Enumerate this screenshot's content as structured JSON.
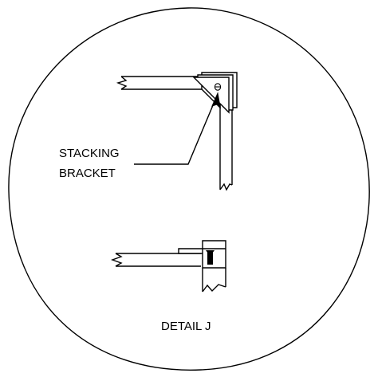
{
  "labels": {
    "part_line1": "STACKING",
    "part_line2": "BRACKET",
    "detail_title": "DETAIL J"
  },
  "colors": {
    "ink": "#000000",
    "paper": "#ffffff"
  },
  "icons": {
    "screw_head": "screw-head-icon"
  }
}
